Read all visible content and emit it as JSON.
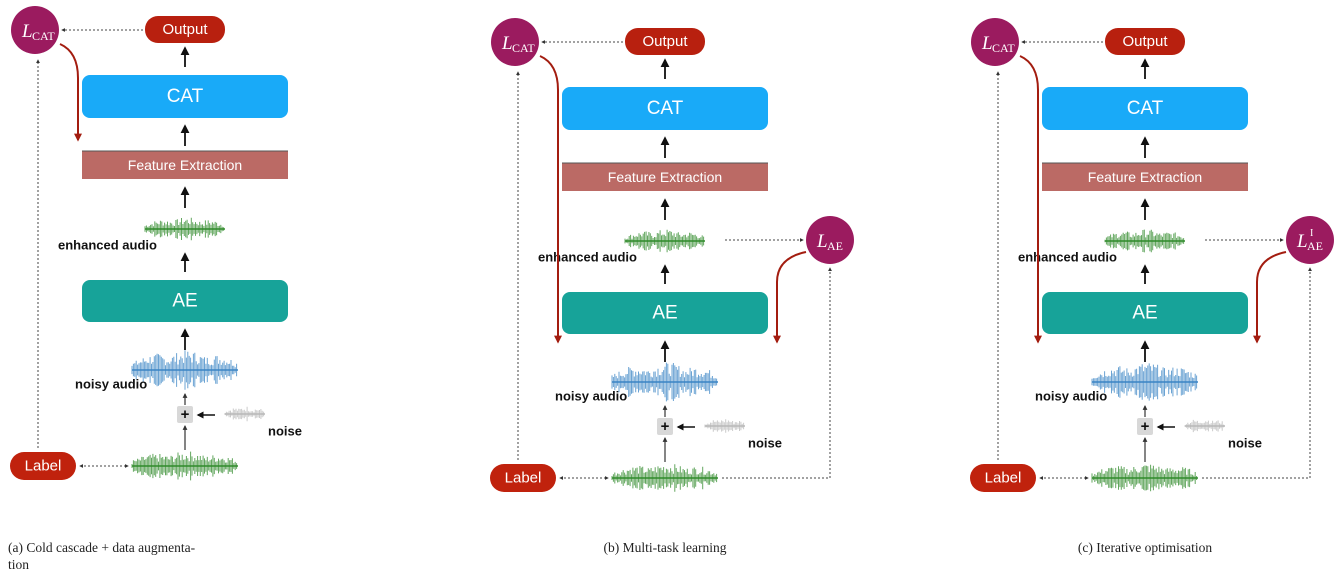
{
  "colors": {
    "loss_circle": "#9b1b5f",
    "output_box": "#b8200f",
    "label_box": "#c0220d",
    "cat_box": "#19aaf8",
    "ae_box": "#17a399",
    "feature_box": "#bb6a65",
    "red_arrow": "#a31d10",
    "noisy_wave": "#3a84c4",
    "clean_wave": "#2f8a2a",
    "noise_wave": "#b8b8b8"
  },
  "panels": [
    {
      "id": "a",
      "loss_cat": {
        "main": "L",
        "sub": "CAT"
      },
      "output_label": "Output",
      "cat_label": "CAT",
      "feature_label": "Feature Extraction",
      "enhanced_label": "enhanced audio",
      "ae_label": "AE",
      "noisy_label": "noisy audio",
      "plus_label": "+",
      "noise_label": "noise",
      "label_label": "Label",
      "caption_line1": "(a) Cold cascade + data augmenta-",
      "caption_line2": "tion"
    },
    {
      "id": "b",
      "loss_cat": {
        "main": "L",
        "sub": "CAT"
      },
      "loss_ae": {
        "main": "L",
        "sub": "AE",
        "sup": ""
      },
      "output_label": "Output",
      "cat_label": "CAT",
      "feature_label": "Feature Extraction",
      "enhanced_label": "enhanced audio",
      "ae_label": "AE",
      "noisy_label": "noisy audio",
      "plus_label": "+",
      "noise_label": "noise",
      "label_label": "Label",
      "caption_line1": "(b) Multi-task learning"
    },
    {
      "id": "c",
      "loss_cat": {
        "main": "L",
        "sub": "CAT"
      },
      "loss_ae": {
        "main": "L",
        "sub": "AE",
        "sup": "I"
      },
      "output_label": "Output",
      "cat_label": "CAT",
      "feature_label": "Feature Extraction",
      "enhanced_label": "enhanced audio",
      "ae_label": "AE",
      "noisy_label": "noisy audio",
      "plus_label": "+",
      "noise_label": "noise",
      "label_label": "Label",
      "caption_line1": "(c) Iterative optimisation"
    }
  ]
}
